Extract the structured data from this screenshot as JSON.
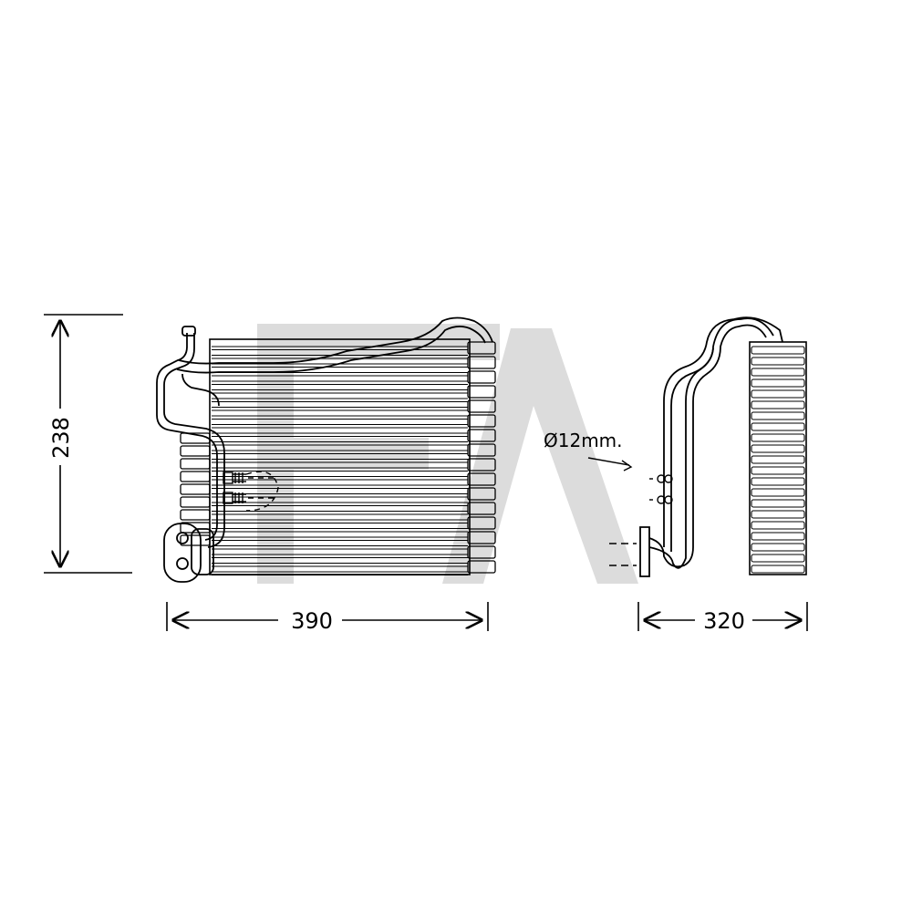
{
  "drawing": {
    "dimensions": {
      "height": "238",
      "width_front": "390",
      "width_side": "320"
    },
    "pipe_note": "Ø12mm."
  },
  "colors": {
    "ink": "#000000",
    "watermark": "#d9d9d9",
    "background": "#ffffff"
  }
}
